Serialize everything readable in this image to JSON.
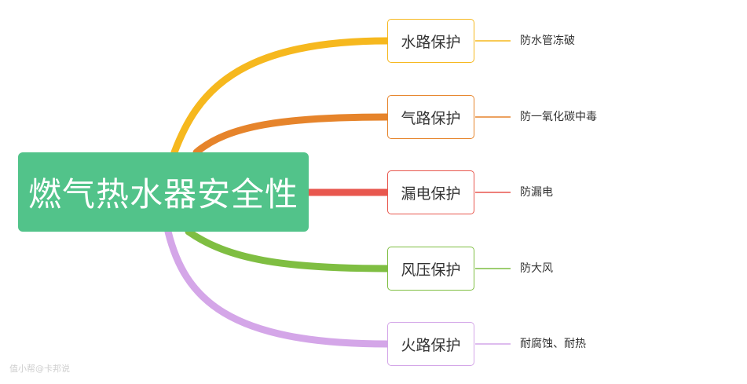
{
  "root": {
    "label": "燃气热水器安全性",
    "color": "#52c38a"
  },
  "branches": [
    {
      "label": "水路保护",
      "leaf": "防水管冻破",
      "color": "#f6b81e"
    },
    {
      "label": "气路保护",
      "leaf": "防一氧化碳中毒",
      "color": "#e6842b"
    },
    {
      "label": "漏电保护",
      "leaf": "防漏电",
      "color": "#e8574e"
    },
    {
      "label": "风压保护",
      "leaf": "防大风",
      "color": "#7fbe42"
    },
    {
      "label": "火路保护",
      "leaf": "耐腐蚀、耐热",
      "color": "#d4a6e8"
    }
  ],
  "watermark": "值小帮@卡邦说"
}
